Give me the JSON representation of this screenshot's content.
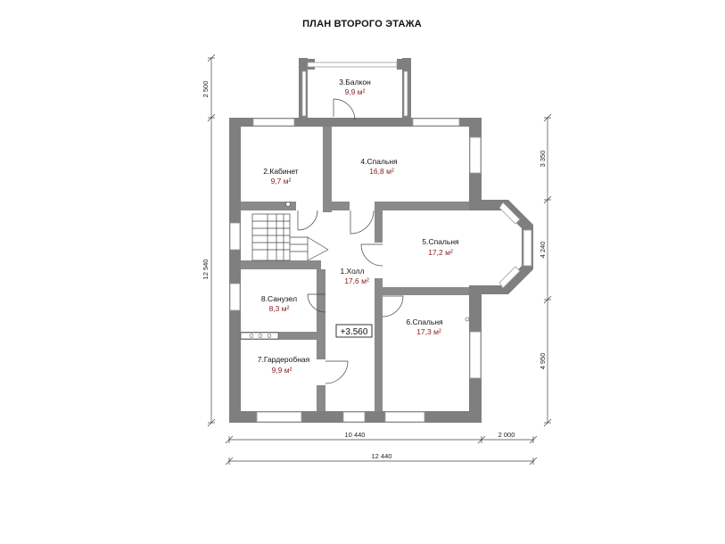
{
  "plan": {
    "title": "ПЛАН ВТОРОГО ЭТАЖА",
    "level_mark": "+3.560"
  },
  "rooms": [
    {
      "name": "1.Холл",
      "area": "17,6 м²"
    },
    {
      "name": "2.Кабинет",
      "area": "9,7 м²"
    },
    {
      "name": "3.Балкон",
      "area": "9,9 м²"
    },
    {
      "name": "4.Спальня",
      "area": "16,8 м²"
    },
    {
      "name": "5.Спальня",
      "area": "17,2 м²"
    },
    {
      "name": "6.Спальня",
      "area": "17,3 м²"
    },
    {
      "name": "7.Гардеробная",
      "area": "9,9 м²"
    },
    {
      "name": "8.Санузел",
      "area": "8,3 м²"
    }
  ],
  "dimensions": {
    "left_balcony": "2 500",
    "left_total": "12 540",
    "right_top": "3 350",
    "right_middle": "4 240",
    "right_bottom": "4 950",
    "bottom_main": "10 440",
    "bottom_bay": "2 000",
    "bottom_total": "12 440"
  },
  "colors": {
    "wall": "#7f7f7f",
    "area_text": "#8b1a1a"
  }
}
